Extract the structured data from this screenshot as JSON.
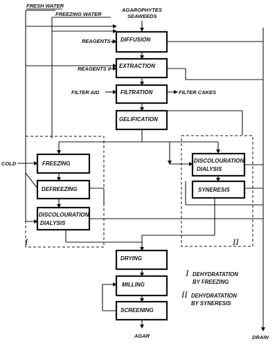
{
  "inputs": {
    "fresh_water": "FRESH WATER",
    "freezing_water": "FREEZING WATER",
    "raw_material": "AGAROPHYTES\nSEAWEEDS",
    "raw_material_line1": "AGAROPHYTES",
    "raw_material_line2": "SEAWEEDS",
    "reagents_1": "REAGENTS I",
    "reagents_2": "REAGENTS II",
    "filter_aid": "FILTER AID",
    "cold": "COLD"
  },
  "outputs": {
    "filter_cakes": "FILTER CAKES",
    "agar": "AGAR",
    "drain": "DRAIN"
  },
  "steps": {
    "diffusion": "DIFFUSION",
    "extraction": "EXTRACTION",
    "filtration": "FILTRATION",
    "gelification": "GELIFICATION",
    "freezing": "FREEZING",
    "defreezing": "DEFREEZING",
    "discolouration_dialysis_left_1": "DISCOLOURATION",
    "discolouration_dialysis_left_2": "DIALYSIS",
    "discolouration_dialysis_right_1": "DISCOLOURATION",
    "discolouration_dialysis_right_2": "DIALYSIS",
    "syneresis": "SYNERESIS",
    "drying": "DRYING",
    "milling": "MILLING",
    "screening": "SCREENING"
  },
  "groups": {
    "group_1_numeral": "I",
    "group_2_numeral": "II"
  },
  "legend": {
    "item1_numeral": "I",
    "item1_line1": "DEHYDRATATION",
    "item1_line2": "BY FREEZING",
    "item2_numeral": "II",
    "item2_line1": "DEHYDRATATION",
    "item2_line2": "BY SYNERESIS"
  }
}
